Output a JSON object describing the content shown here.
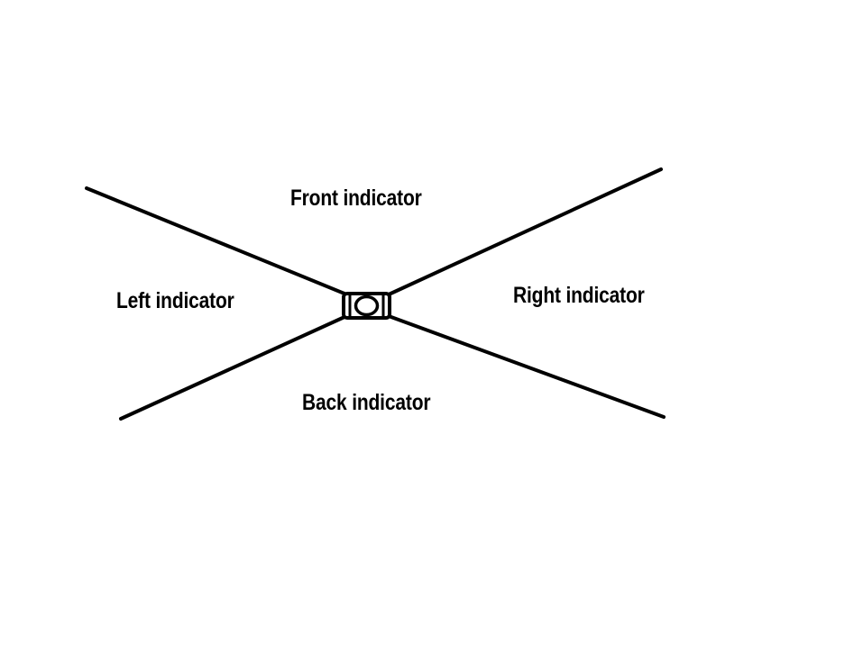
{
  "diagram": {
    "labels": {
      "front": "Front indicator",
      "left": "Left indicator",
      "right": "Right indicator",
      "back": "Back indicator"
    },
    "colors": {
      "background": "#ffffff",
      "stroke": "#000000",
      "text": "#000000"
    }
  }
}
